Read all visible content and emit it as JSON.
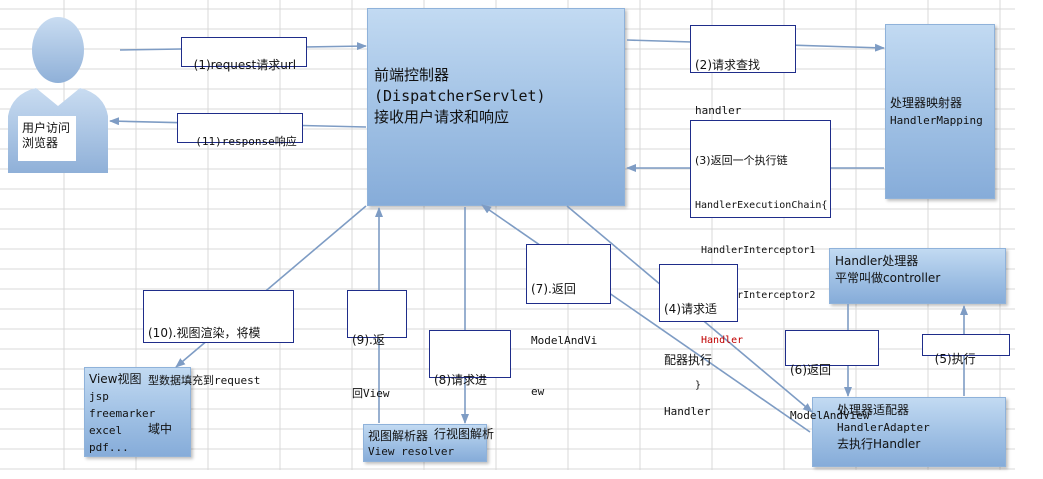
{
  "user": {
    "label_line1": "用户访问",
    "label_line2": "浏览器"
  },
  "front_controller": {
    "line1": "前端控制器",
    "line2": "(DispatcherServlet)",
    "line3": "接收用户请求和响应"
  },
  "handler_mapping": {
    "line1": "处理器映射器",
    "line2": "HandlerMapping"
  },
  "handler": {
    "line1": "Handler处理器",
    "line2": "平常叫做controller"
  },
  "handler_adapter": {
    "line1": "处理器适配器",
    "line2": "HandlerAdapter",
    "line3": "去执行Handler"
  },
  "view_resolver": {
    "line1": "视图解析器",
    "line2": "View resolver"
  },
  "view": {
    "line1": "View视图",
    "line2": "jsp",
    "line3": "freemarker",
    "line4": "excel",
    "line5": "pdf..."
  },
  "steps": {
    "s1": "(1)request请求url",
    "s2_line1": "(2)请求查找",
    "s2_line2": "handler",
    "s3_line1": "(3)返回一个执行链",
    "s3_line2": "HandlerExecutionChain{",
    "s3_line3": " HandlerInterceptor1",
    "s3_line4": " HandlerInterceptor2",
    "s3_line5": " Handler",
    "s3_line6": "}",
    "s4_line1": "(4)请求适",
    "s4_line2": "配器执行",
    "s4_line3": "Handler",
    "s5": "(5)执行",
    "s6_line1": "(6)返回",
    "s6_line2": "ModelAndView",
    "s7_line1": "(7).返回",
    "s7_line2": "ModelAndVi",
    "s7_line3": "ew",
    "s8_line1": "(8)请求进",
    "s8_line2": "行视图解析",
    "s9_line1": "(9).返",
    "s9_line2": "回View",
    "s10_line1": "(10).视图渲染，将模",
    "s10_line2": "型数据填充到request",
    "s10_line3": "域中",
    "s11": "(11)response响应"
  },
  "colors": {
    "box_blue": "#9fc0e4",
    "arrow": "#7e9cc4",
    "label_border": "#1f2d8a",
    "highlight_red": "#c00000",
    "grid": "#d9d9d9"
  }
}
